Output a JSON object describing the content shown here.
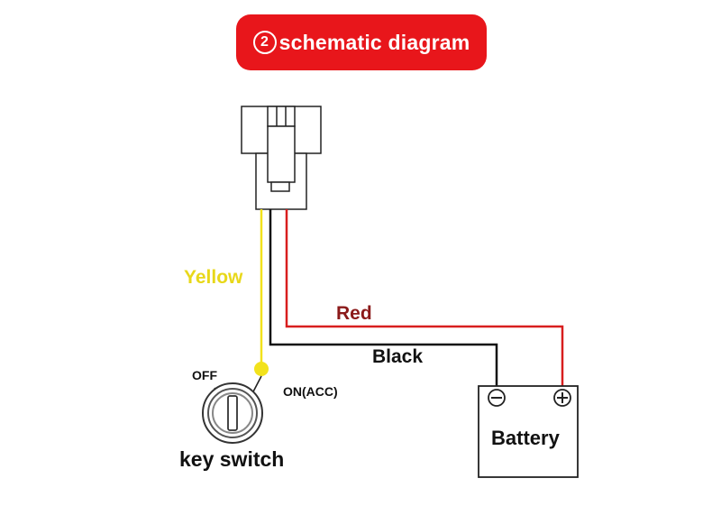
{
  "title": {
    "number": "2",
    "text": "schematic diagram"
  },
  "wires": {
    "yellow": {
      "label": "Yellow",
      "color": "#f2e21c",
      "label_color": "#e8d81a"
    },
    "red": {
      "label": "Red",
      "color": "#d81e1e",
      "label_color": "#8b1a1a"
    },
    "black": {
      "label": "Black",
      "color": "#111111",
      "label_color": "#111111"
    }
  },
  "switch": {
    "off_label": "OFF",
    "on_label": "ON(ACC)",
    "name": "key switch"
  },
  "battery": {
    "label": "Battery",
    "neg_symbol": "−",
    "pos_symbol": "+"
  },
  "colors": {
    "title_bg": "#e8161b",
    "title_fg": "#ffffff"
  }
}
